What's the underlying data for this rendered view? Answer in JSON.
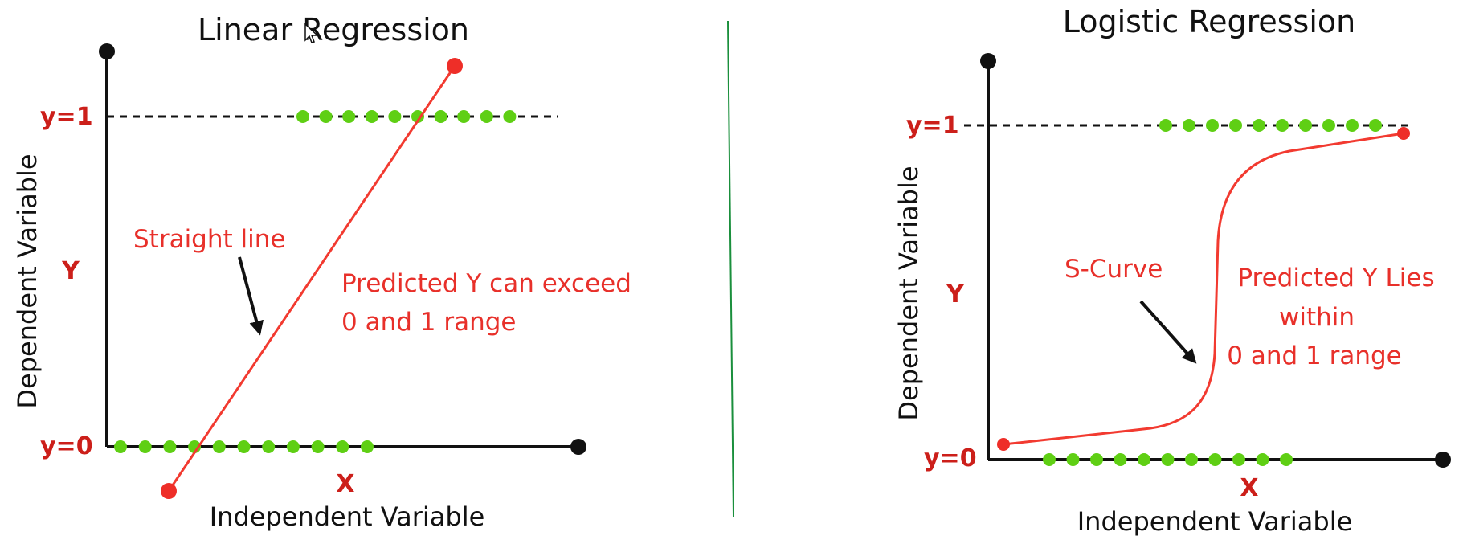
{
  "colors": {
    "axis": "#111111",
    "line": "#f23a30",
    "endpoint": "#ee2e28",
    "dot": "#5fcf14",
    "label": "#e8302a",
    "divider": "#1a8f3c"
  },
  "linear": {
    "title": "Linear Regression",
    "y1_label": "y=1",
    "y0_label": "y=0",
    "y_label": "Y",
    "x_label": "X",
    "y_axis_title": "Dependent Variable",
    "x_axis_title": "Independent Variable",
    "line_label": "Straight line",
    "note_line1": "Predicted Y can exceed",
    "note_line2": "0 and 1 range"
  },
  "logistic": {
    "title": "Logistic Regression",
    "y1_label": "y=1",
    "y0_label": "y=0",
    "y_label": "Y",
    "x_label": "X",
    "y_axis_title": "Dependent Variable",
    "x_axis_title": "Independent Variable",
    "curve_label": "S-Curve",
    "note_line1": "Predicted Y Lies",
    "note_line2": "within",
    "note_line3": "0 and 1 range"
  }
}
